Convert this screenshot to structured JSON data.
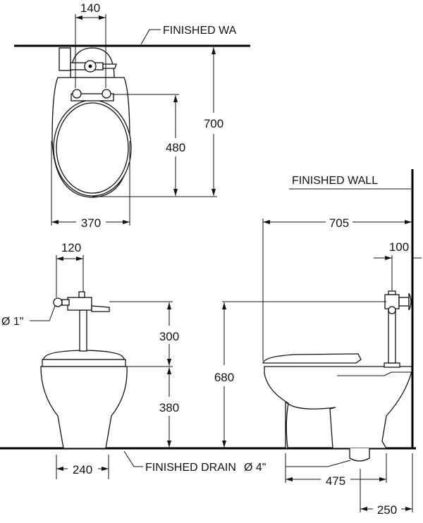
{
  "top_view": {
    "wall_label": "FINISHED  WA",
    "dim_flush_spacing": "140",
    "dim_total_depth": "700",
    "dim_seat_depth": "480",
    "dim_width": "370"
  },
  "front_view": {
    "dim_inlet_offset": "120",
    "inlet_diameter": "Ø 1\"",
    "dim_valve_above_rim": "300",
    "dim_rim_height": "380",
    "dim_base_width": "240",
    "drain_label": "FINISHED DRAIN",
    "drain_diameter": "Ø 4\""
  },
  "side_view": {
    "wall_label": "FINISHED  WALL",
    "dim_total_length": "705",
    "dim_valve_from_wall": "100",
    "dim_valve_height": "680",
    "dim_drain_to_front": "475",
    "dim_drain_from_wall": "250"
  }
}
